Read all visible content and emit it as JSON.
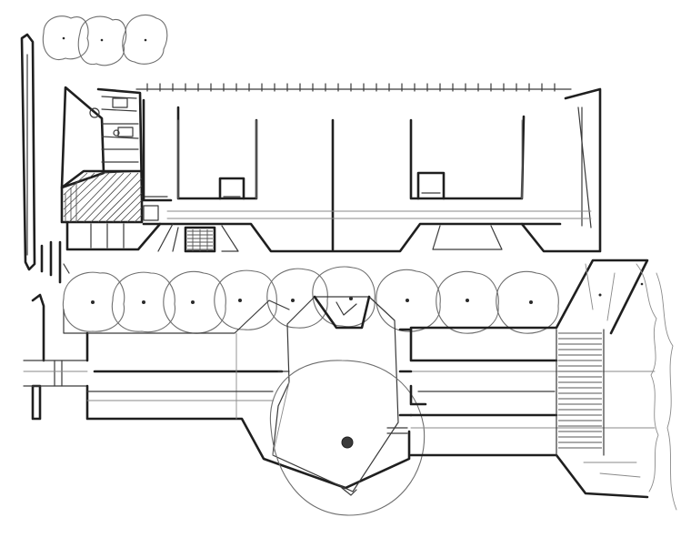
{
  "drawing": {
    "kind": "site-plan-sketch",
    "medium": "pencil",
    "colors": {
      "paper": "#ffffff",
      "ink": "#1f1f1f",
      "soft": "#8a8a8a"
    },
    "tree_rows": {
      "top_left_cluster": 3,
      "middle_row": 9
    }
  }
}
